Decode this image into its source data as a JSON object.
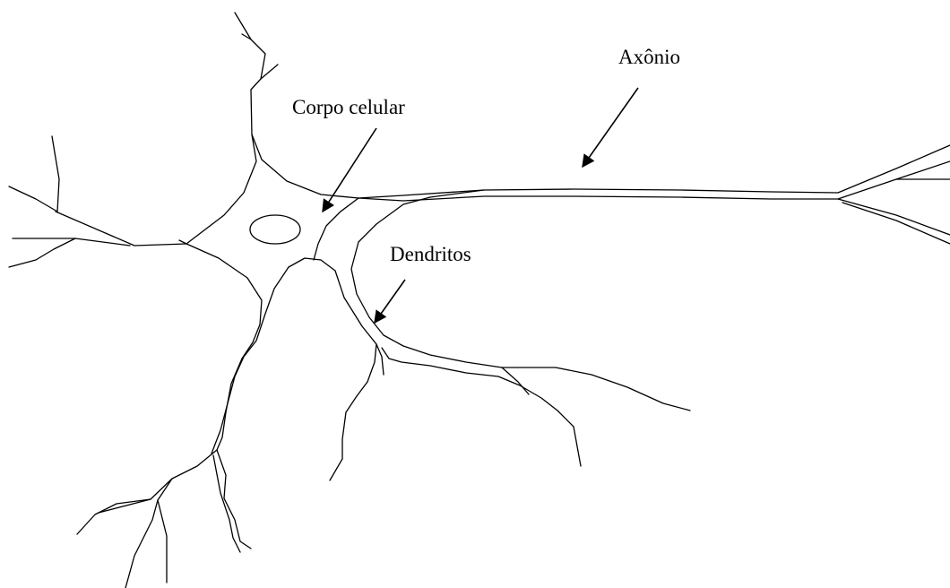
{
  "diagram": {
    "labels": {
      "axon": "Axônio",
      "cell_body": "Corpo celular",
      "dendrites": "Dendritos"
    },
    "colors": {
      "line": "#000000",
      "background": "#ffffff"
    }
  }
}
